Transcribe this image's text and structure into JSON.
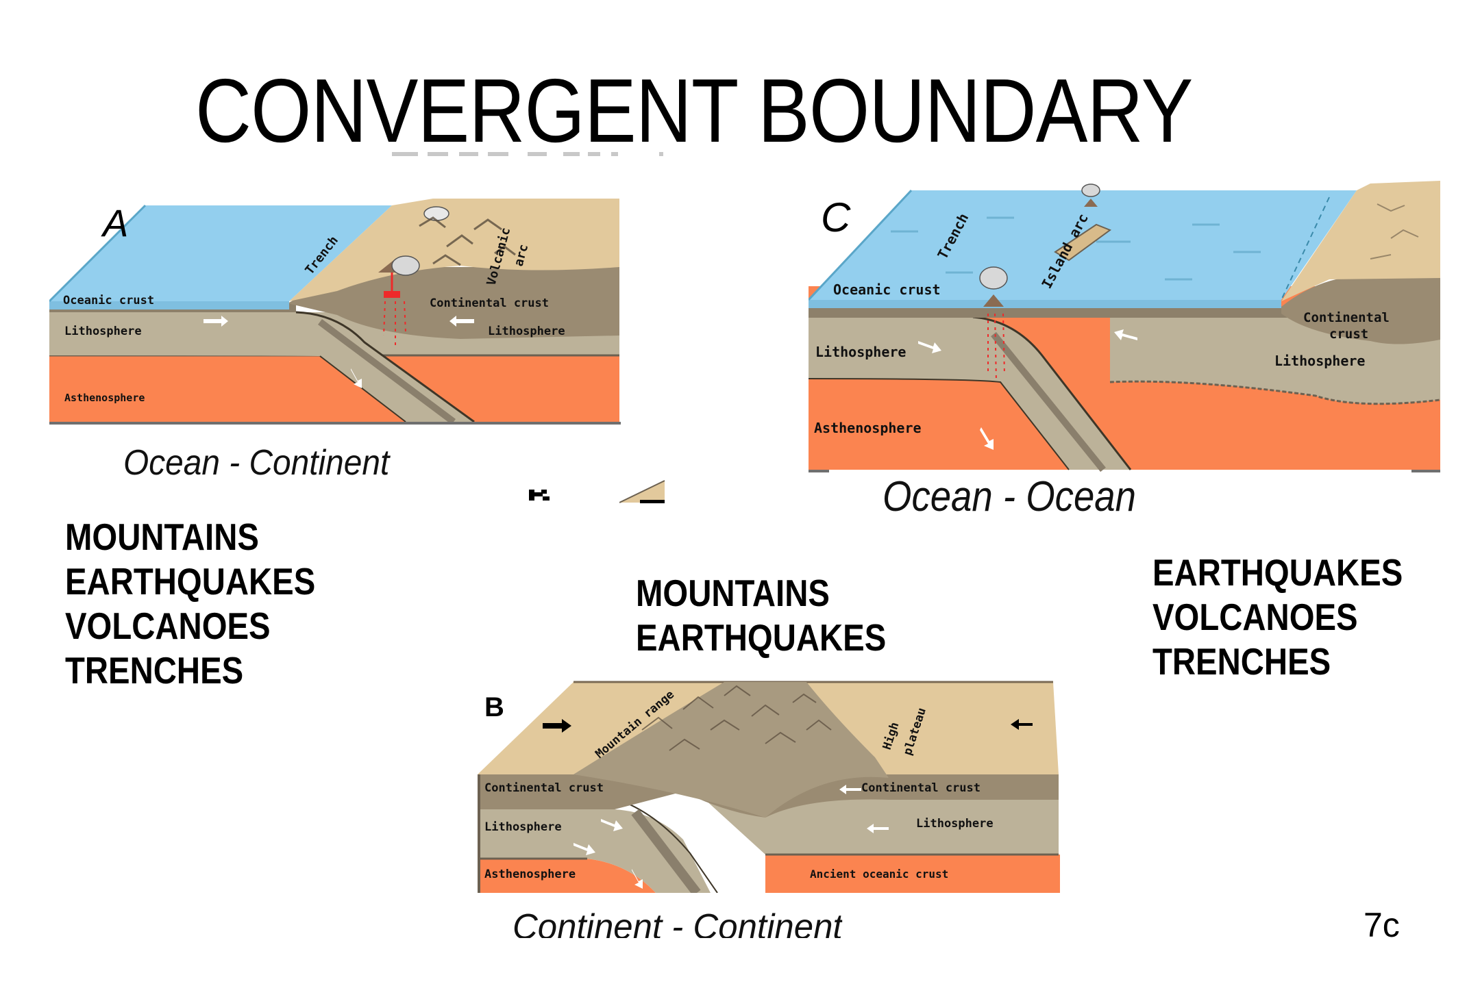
{
  "slide": {
    "title": "CONVERGENT BOUNDARY",
    "page_number": "7c"
  },
  "diagrams": {
    "ocean_continent": {
      "letter": "A",
      "caption": "Ocean - Continent",
      "labels": {
        "oceanic_crust": "Oceanic crust",
        "continental_crust": "Continental crust",
        "lithosphere_left": "Lithosphere",
        "lithosphere_right": "Lithosphere",
        "asthenosphere": "Asthenosphere",
        "trench": "Trench",
        "volcanic_arc": "Volcanic arc"
      },
      "features": [
        "MOUNTAINS",
        "EARTHQUAKES",
        "VOLCANOES",
        "TRENCHES"
      ]
    },
    "ocean_ocean": {
      "letter": "C",
      "caption": "Ocean - Ocean",
      "labels": {
        "oceanic_crust": "Oceanic crust",
        "continental_crust": "Continental crust",
        "lithosphere_left": "Lithosphere",
        "lithosphere_right": "Lithosphere",
        "asthenosphere": "Asthenosphere",
        "trench": "Trench",
        "island_arc": "Island arc"
      },
      "features": [
        "EARTHQUAKES",
        "VOLCANOES",
        "TRENCHES"
      ]
    },
    "continent_continent": {
      "letter": "B",
      "caption": "Continent - Continent",
      "labels": {
        "continental_crust_left": "Continental crust",
        "continental_crust_right": "Continental crust",
        "lithosphere_left": "Lithosphere",
        "lithosphere_right": "Lithosphere",
        "asthenosphere": "Asthenosphere",
        "ancient_oceanic_crust": "Ancient oceanic crust",
        "mountain_range": "Mountain range",
        "high_plateau": "High plateau"
      },
      "features": [
        "MOUNTAINS",
        "EARTHQUAKES"
      ]
    }
  },
  "colors": {
    "ocean": "#93cfee",
    "ocean_edge": "#5aa6c8",
    "land": "#e2c99c",
    "crust": "#9a8b72",
    "lithosphere": "#bcb299",
    "asthenosphere": "#fb8450",
    "magma": "#ee2a2a",
    "outline": "#6c6151"
  }
}
